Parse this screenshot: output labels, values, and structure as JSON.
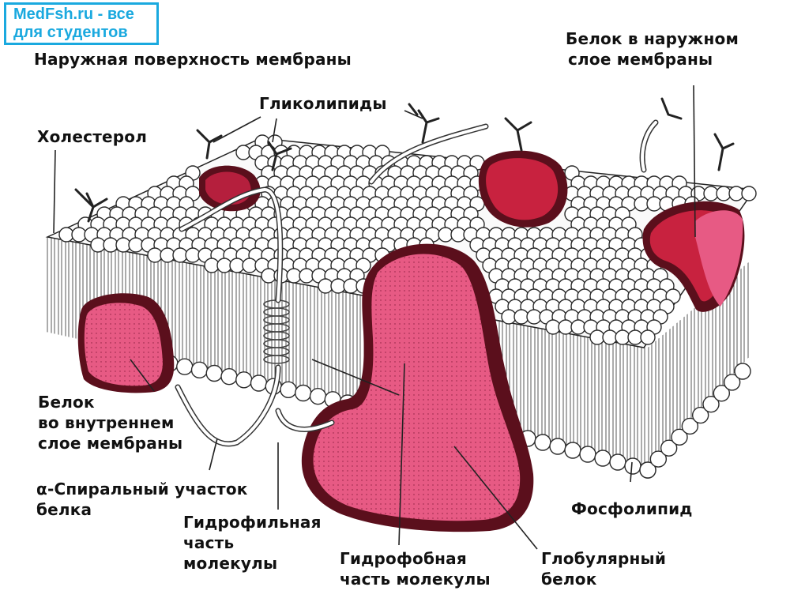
{
  "watermark": {
    "line1": "MedFsh.ru - все",
    "line2": "для студентов"
  },
  "labels": {
    "outer_surface": "Наружная поверхность мембраны",
    "glycolipids": "Гликолипиды",
    "cholesterol": "Холестерол",
    "outer_protein": [
      "Белок в наружном",
      "слое мембраны"
    ],
    "inner_protein": [
      "Белок",
      "во внутреннем",
      "слое мембраны"
    ],
    "alpha_helix": [
      "α-Спиральный участок",
      "белка"
    ],
    "hydrophilic": [
      "Гидрофильная",
      "часть",
      "молекулы"
    ],
    "hydrophobic": [
      "Гидрофобная",
      "часть молекулы"
    ],
    "globular": [
      "Глобулярный",
      "белок"
    ],
    "phospholipid": "Фосфолипид"
  },
  "colors": {
    "protein_fill": "#e75a84",
    "protein_dark": "#5b0f1c",
    "head_stroke": "#2a2a2a",
    "label_text": "#111111",
    "watermark": "#1aa9df"
  }
}
